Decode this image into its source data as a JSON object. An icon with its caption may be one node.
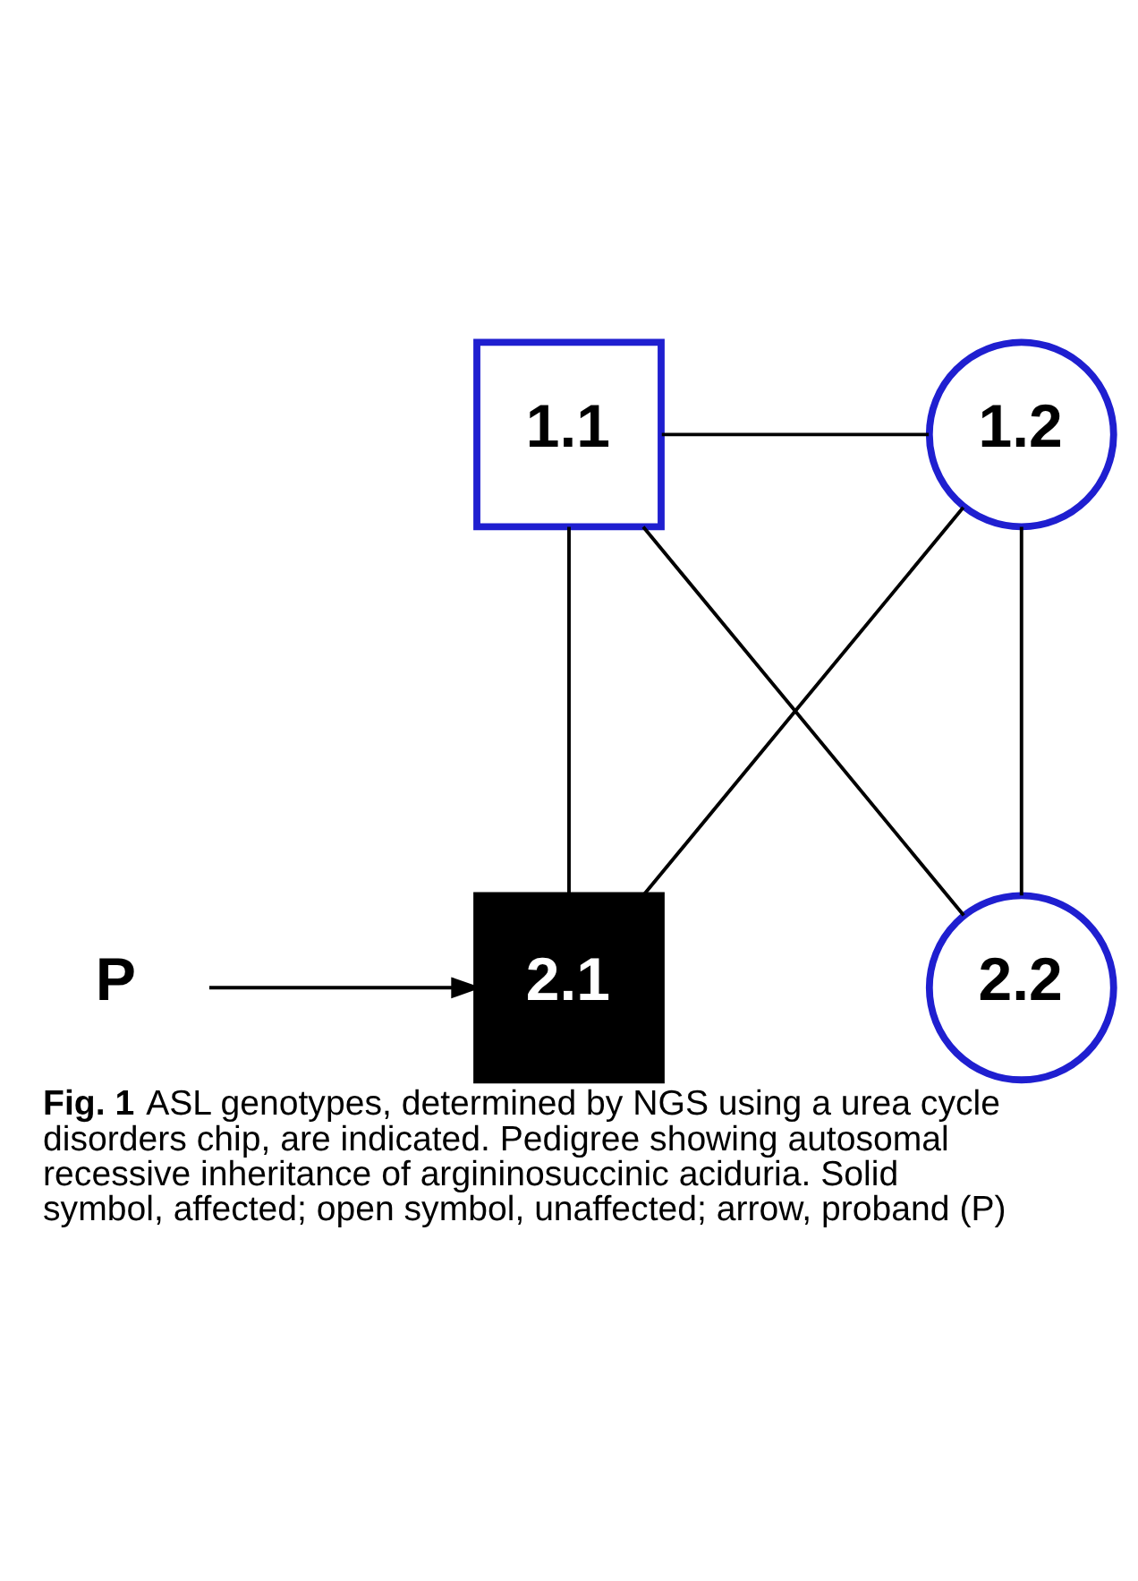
{
  "diagram": {
    "caption": "**Fig. 1** ASL genotypes, determined by NGS using a urea cycle disorders chip, are indicated. Pedigree showing autosomal recessive inheritance of argininosuccinic aciduria. Solid symbol, affected; open symbol, unaffected; arrow, proband (P)",
    "nodes": [
      {
        "text": [
          "1.1"
        ]
      },
      {
        "text": [
          "1.2"
        ]
      },
      {
        "text": [
          "2.1"
        ]
      },
      {
        "text": [
          "2.2"
        ]
      },
      {
        "text": [
          "P"
        ]
      }
    ],
    "edges": [
      {
        "from": 0,
        "to": 1,
        "arrow": "none"
      },
      {
        "from": 0,
        "to": 2,
        "arrow": "none"
      },
      {
        "from": 1,
        "to": 2,
        "arrow": "none"
      },
      {
        "from": 0,
        "to": 3,
        "arrow": "none"
      },
      {
        "from": 1,
        "to": 3,
        "arrow": "none"
      },
      {
        "from": 4,
        "to": 2,
        "arrow": "to"
      }
    ]
  }
}
